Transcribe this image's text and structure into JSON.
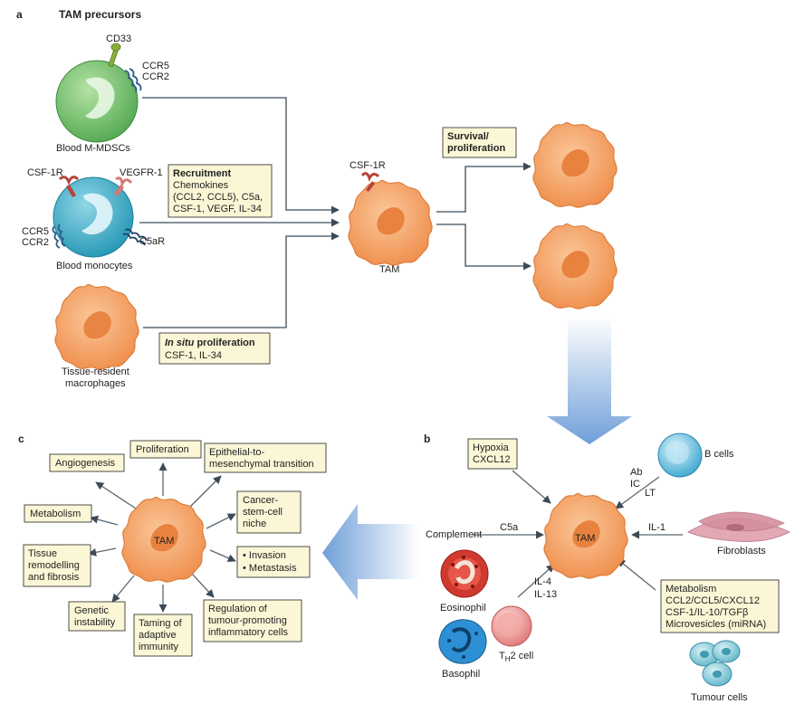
{
  "panel_a": {
    "letter": "a",
    "title": "TAM precursors",
    "mdsc": {
      "label": "Blood M-MDSCs",
      "receptor_cd33": "CD33",
      "receptor_ccr5": "CCR5",
      "receptor_ccr2": "CCR2"
    },
    "monocytes": {
      "label": "Blood monocytes",
      "csf1r": "CSF-1R",
      "vegfr1": "VEGFR-1",
      "ccr5": "CCR5",
      "ccr2": "CCR2",
      "c5ar": "C5aR"
    },
    "tissue_resident": {
      "line1": "Tissue-resident",
      "line2": "macrophages"
    },
    "recruitment_box": {
      "title": "Recruitment",
      "lines": [
        "Chemokines",
        "(CCL2, CCL5), C5a,",
        "CSF-1, VEGF, IL-34"
      ]
    },
    "insitu_box": {
      "title_italic": "In situ",
      "title_rest": " proliferation",
      "line": "CSF-1, IL-34"
    },
    "tam": {
      "receptor": "CSF-1R",
      "label": "TAM"
    },
    "survival_box": {
      "line1": "Survival/",
      "line2": "proliferation"
    }
  },
  "panel_b": {
    "letter": "b",
    "tam_label": "TAM",
    "hypoxia_box": {
      "line1": "Hypoxia",
      "line2": "CXCL12"
    },
    "complement": "Complement",
    "c5a": "C5a",
    "b_cells": "B cells",
    "ab": "Ab",
    "ic": "IC",
    "lt": "LT",
    "il1": "IL-1",
    "fibroblasts": "Fibroblasts",
    "il4": "IL-4",
    "il13": "IL-13",
    "eosinophil": "Eosinophil",
    "basophil": "Basophil",
    "th2_main": "T",
    "th2_sub": "H",
    "th2_rest": "2 cell",
    "metab_box": [
      "Metabolism",
      "CCL2/CCL5/CXCL12",
      "CSF-1/IL-10/TGFβ",
      "Microvesicles (miRNA)"
    ],
    "tumour_cells": "Tumour cells"
  },
  "panel_c": {
    "letter": "c",
    "tam_label": "TAM",
    "angiogenesis": "Angiogenesis",
    "proliferation": "Proliferation",
    "emt": [
      "Epithelial-to-",
      "mesenchymal transition"
    ],
    "metabolism": "Metabolism",
    "csc": [
      "Cancer-",
      "stem-cell",
      "niche"
    ],
    "tissue": [
      "Tissue",
      "remodelling",
      "and fibrosis"
    ],
    "invasion": [
      "• Invasion",
      "• Metastasis"
    ],
    "genetic": [
      "Genetic",
      "instability"
    ],
    "taming": [
      "Taming of",
      "adaptive",
      "immunity"
    ],
    "regulation": [
      "Regulation of",
      "tumour-promoting",
      "inflammatory cells"
    ]
  },
  "colors": {
    "tam_fill": "#f5a063",
    "tam_nucleus": "#e58541",
    "mdsc": "#7cc47a",
    "monocyte": "#3fb1c9",
    "box_fill": "#fbf7d6",
    "arrow_blue": "#8db3e2",
    "b_cell": "#7fc9e5",
    "eosinophil": "#d2322d",
    "basophil": "#2b8fd0",
    "th2": "#eb8c8c",
    "fibroblast": "#d79aa8",
    "tumour": "#7ec6d6"
  }
}
